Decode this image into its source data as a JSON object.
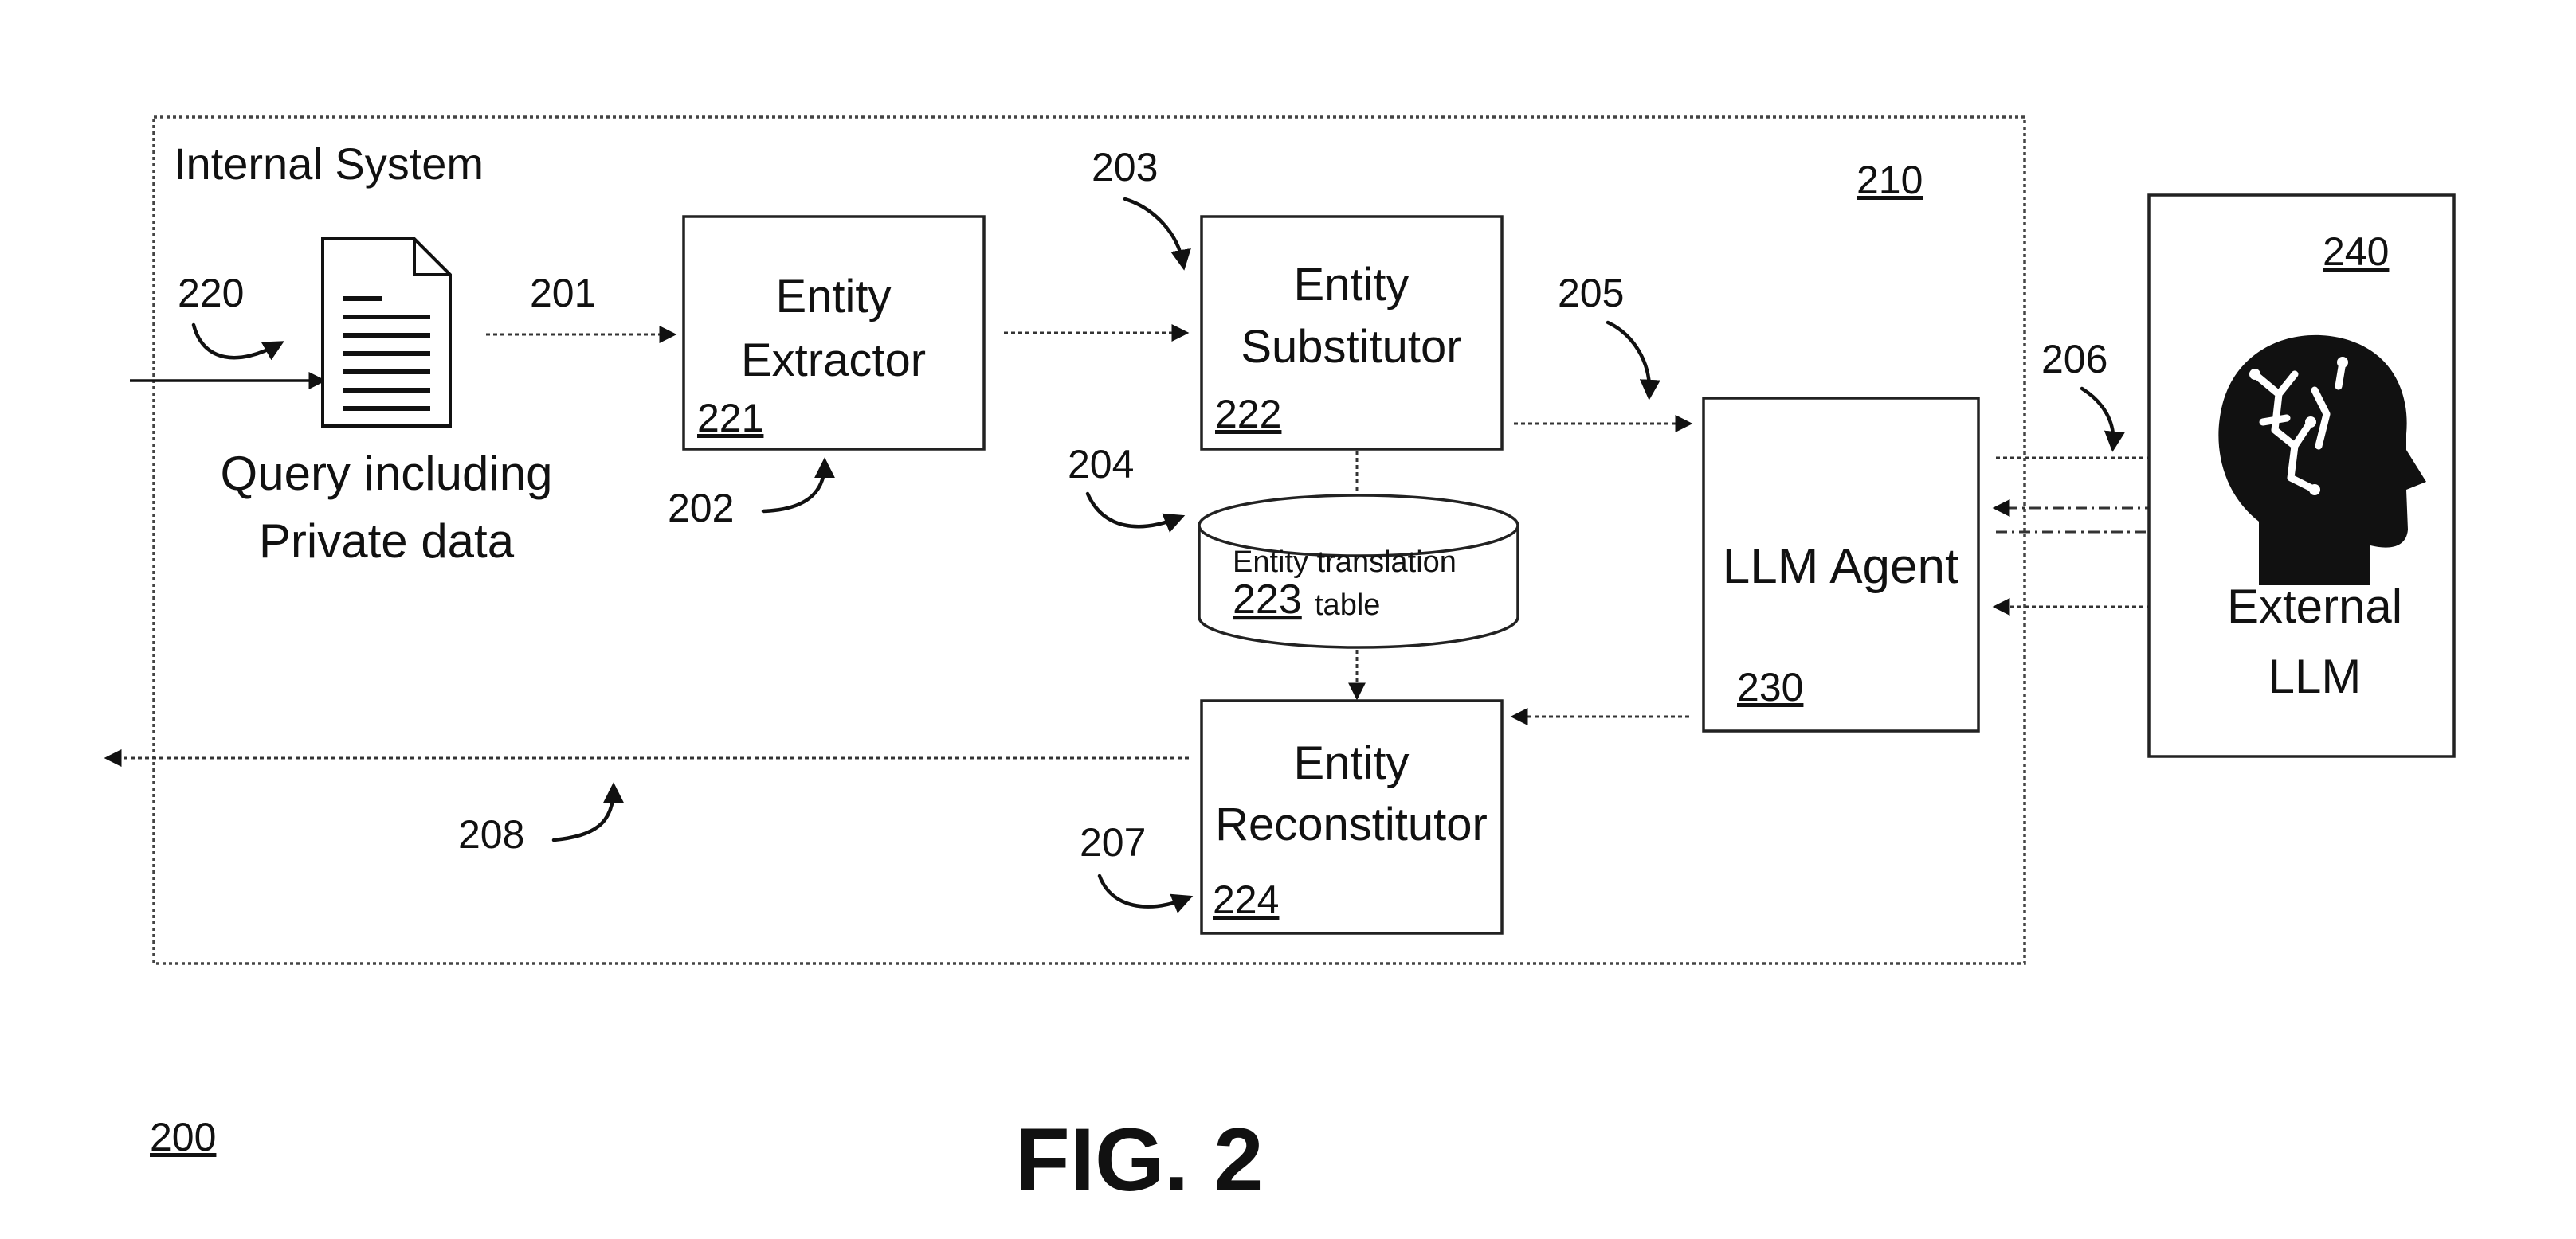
{
  "figure": {
    "title": "FIG. 2",
    "ref_number": "200"
  },
  "internal_system": {
    "label": "Internal System",
    "ref": "210"
  },
  "query_document": {
    "ref": "220",
    "caption_line1": "Query including",
    "caption_line2": "Private data",
    "icon": "document-icon"
  },
  "entity_extractor": {
    "line1": "Entity",
    "line2": "Extractor",
    "ref": "221"
  },
  "entity_substitutor": {
    "line1": "Entity",
    "line2": "Substitutor",
    "ref": "222"
  },
  "entity_translation_table": {
    "line1": "Entity translation",
    "ref": "223",
    "line2": "table"
  },
  "entity_reconstitutor": {
    "line1": "Entity",
    "line2": "Reconstitutor",
    "ref": "224"
  },
  "llm_agent": {
    "label": "LLM Agent",
    "ref": "230"
  },
  "external_llm": {
    "ref": "240",
    "line1": "External",
    "line2": "LLM",
    "icon": "brain-head-icon"
  },
  "flow_refs": {
    "r201": "201",
    "r202": "202",
    "r203": "203",
    "r204": "204",
    "r205": "205",
    "r206": "206",
    "r207": "207",
    "r208": "208"
  }
}
